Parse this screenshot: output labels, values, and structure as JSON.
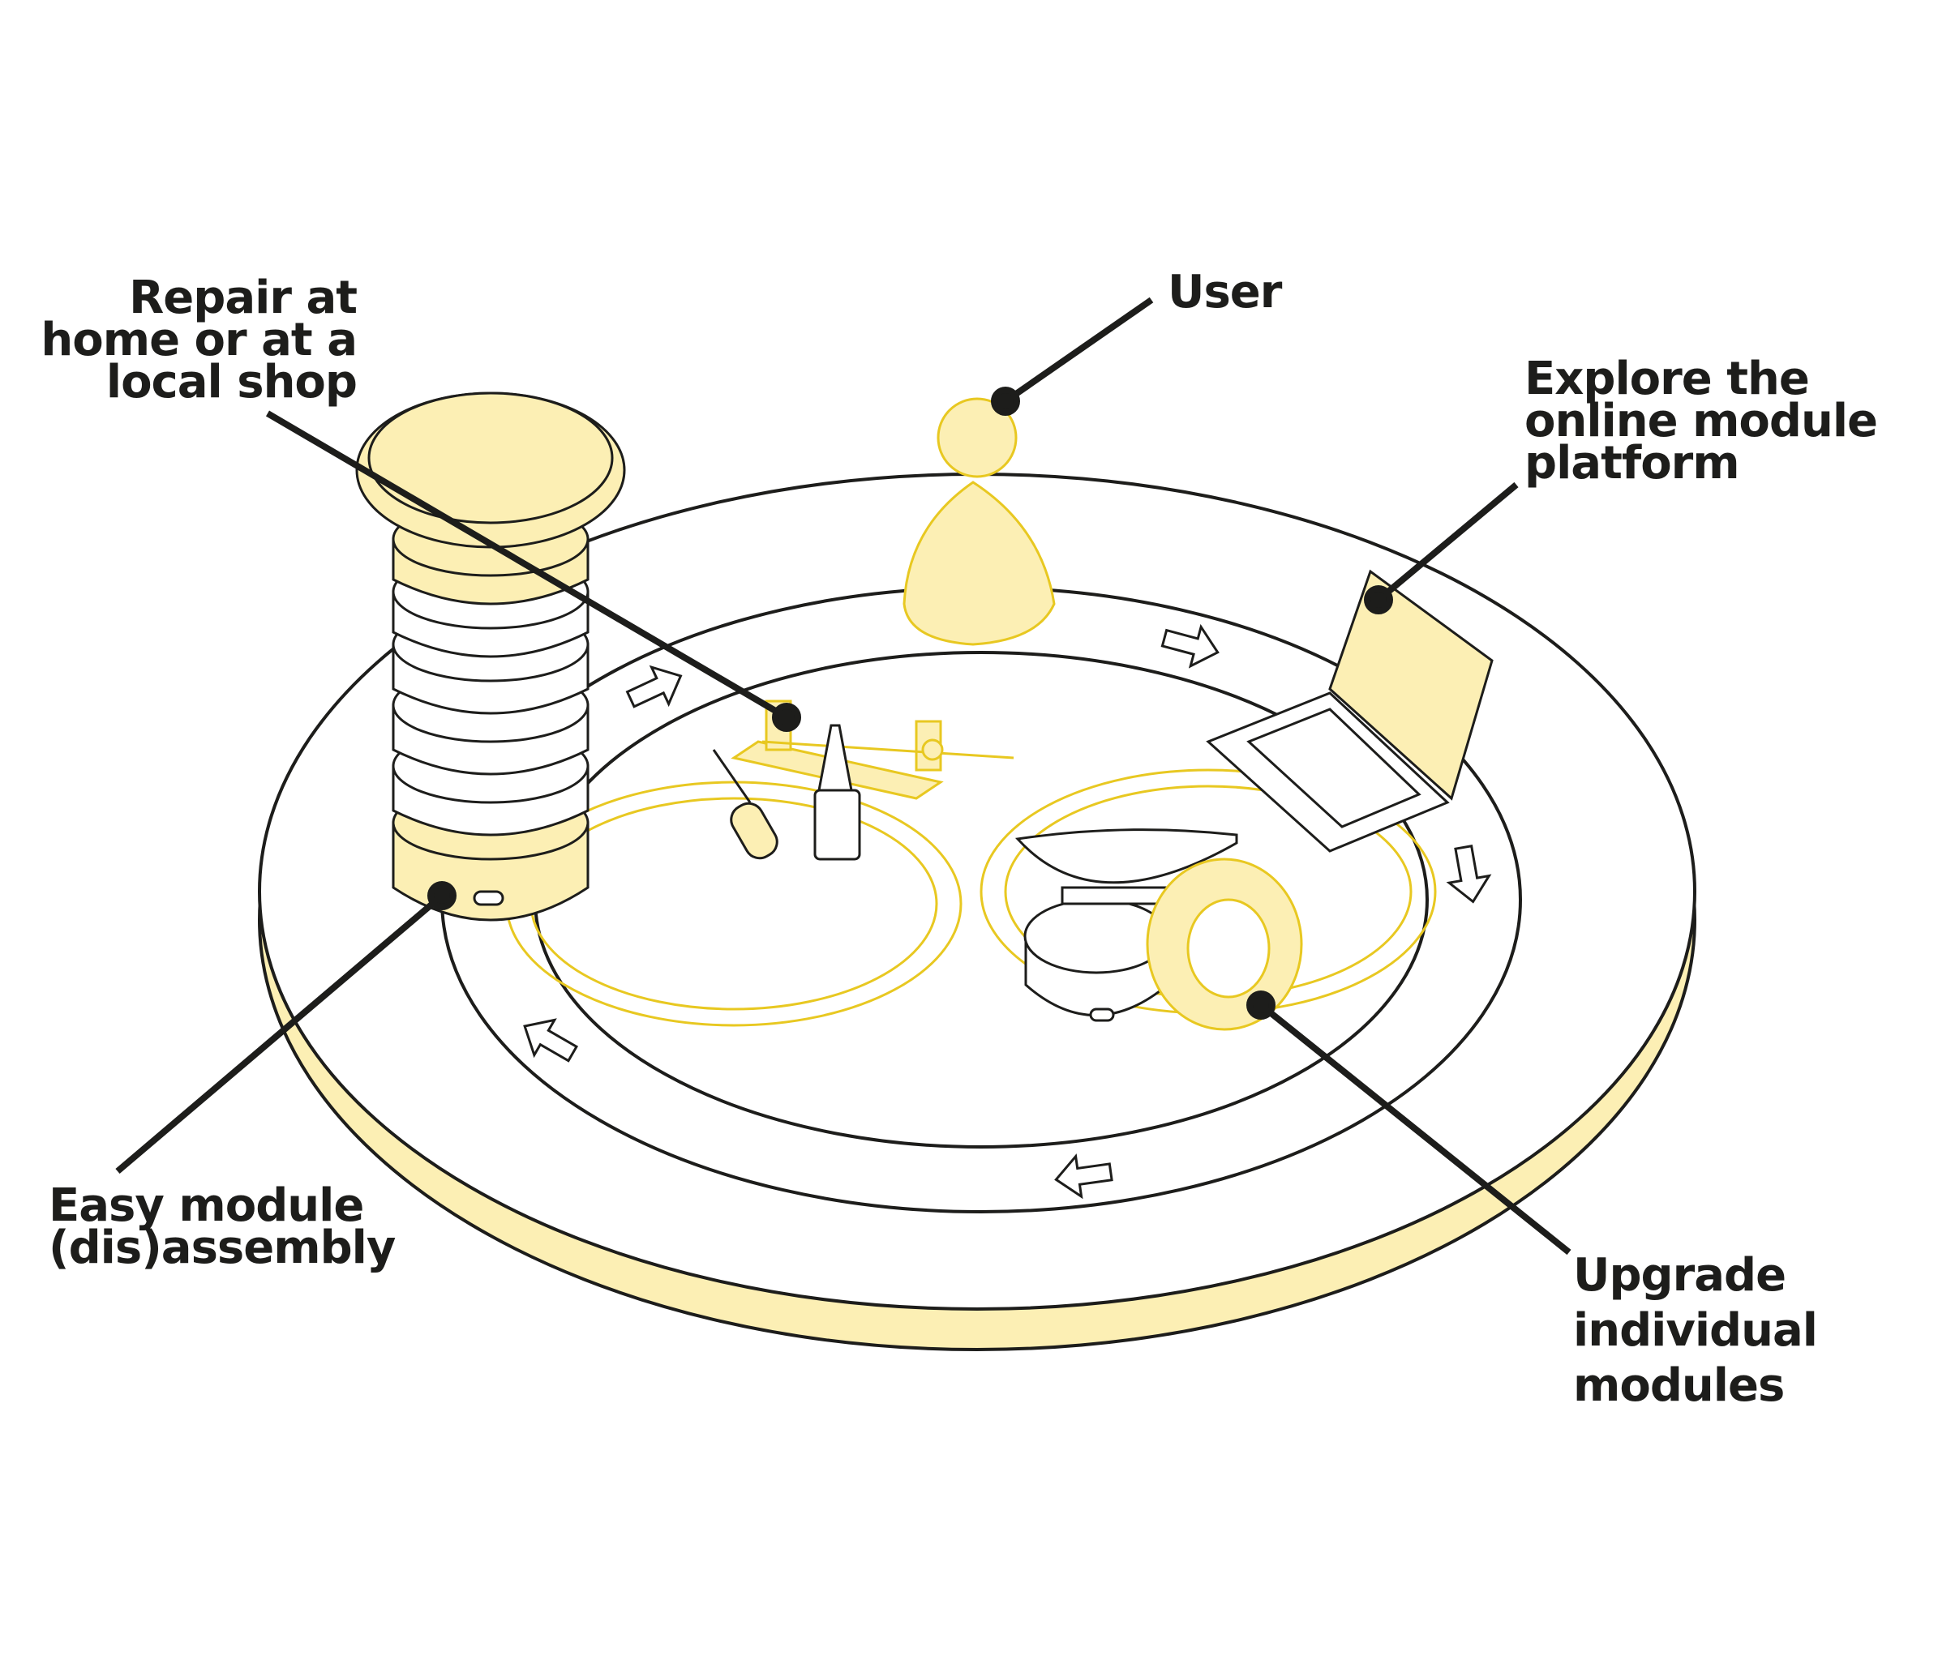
{
  "labels": {
    "repair": [
      "Repair at",
      "home or at a",
      "local shop"
    ],
    "user": [
      "User"
    ],
    "explore": [
      "Explore the",
      "online module",
      "platform"
    ],
    "assembly": [
      "Easy module",
      "(dis)assembly"
    ],
    "upgrade": [
      "Upgrade",
      "individual",
      "modules"
    ]
  },
  "colors": {
    "outline": "#1d1d1b",
    "yellow_fill": "#fcefb4",
    "yellow_stroke": "#e8c821",
    "background": "#ffffff"
  }
}
